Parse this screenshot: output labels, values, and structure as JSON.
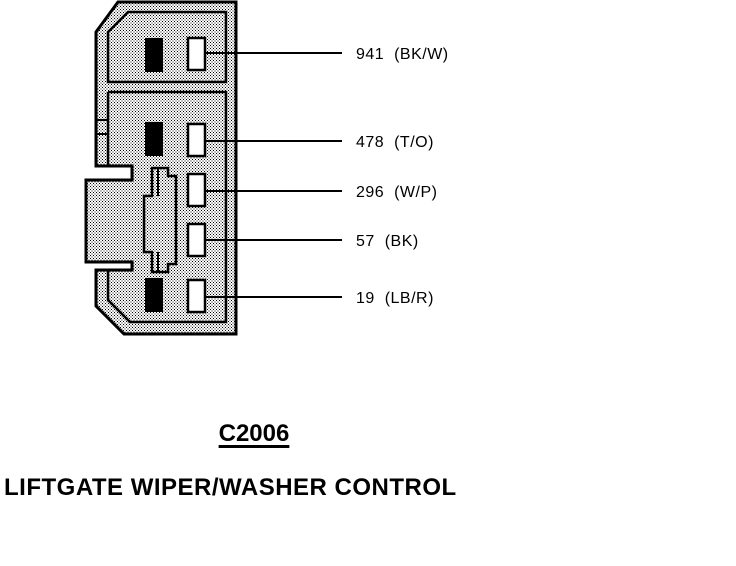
{
  "connector": {
    "id": "C2006",
    "name": "LIFTGATE WIPER/WASHER CONTROL",
    "pins": [
      {
        "label": "941  (BK/W)"
      },
      {
        "label": "478  (T/O)"
      },
      {
        "label": "296  (W/P)"
      },
      {
        "label": "57  (BK)"
      },
      {
        "label": "19  (LB/R)"
      }
    ]
  },
  "colors": {
    "line": "#000000",
    "background": "#ffffff",
    "fill_dot": "#000000"
  }
}
